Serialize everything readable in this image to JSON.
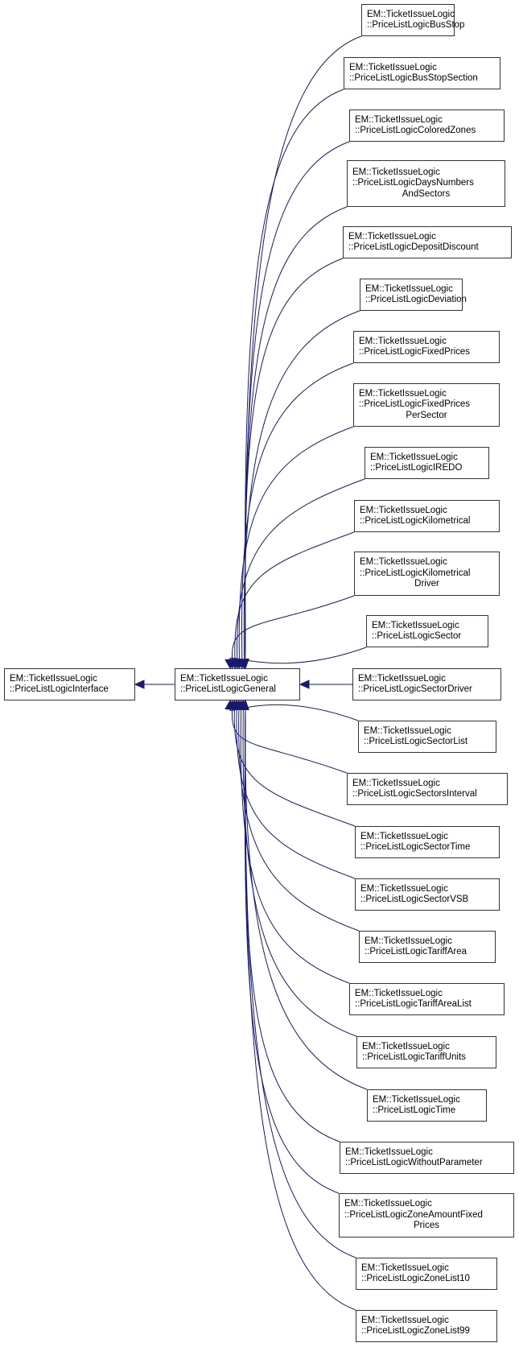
{
  "diagram": {
    "type": "inheritance-graph",
    "edge_color": "#191970",
    "root": {
      "id": "interface",
      "line1": "EM::TicketIssueLogic",
      "line2": "::PriceListLogicInterface",
      "line3": ""
    },
    "general": {
      "id": "general",
      "line1": "EM::TicketIssueLogic",
      "line2": "::PriceListLogicGeneral",
      "line3": ""
    },
    "derived": [
      {
        "id": "busstop",
        "line1": "EM::TicketIssueLogic",
        "line2": "::PriceListLogicBusStop",
        "line3": ""
      },
      {
        "id": "busstopsection",
        "line1": "EM::TicketIssueLogic",
        "line2": "::PriceListLogicBusStopSection",
        "line3": ""
      },
      {
        "id": "coloredzones",
        "line1": "EM::TicketIssueLogic",
        "line2": "::PriceListLogicColoredZones",
        "line3": ""
      },
      {
        "id": "daysnumbers",
        "line1": "EM::TicketIssueLogic",
        "line2": "::PriceListLogicDaysNumbers",
        "line3": "AndSectors"
      },
      {
        "id": "depositdiscount",
        "line1": "EM::TicketIssueLogic",
        "line2": "::PriceListLogicDepositDiscount",
        "line3": ""
      },
      {
        "id": "deviation",
        "line1": "EM::TicketIssueLogic",
        "line2": "::PriceListLogicDeviation",
        "line3": ""
      },
      {
        "id": "fixedprices",
        "line1": "EM::TicketIssueLogic",
        "line2": "::PriceListLogicFixedPrices",
        "line3": ""
      },
      {
        "id": "fixedpricespersector",
        "line1": "EM::TicketIssueLogic",
        "line2": "::PriceListLogicFixedPrices",
        "line3": "PerSector"
      },
      {
        "id": "iredo",
        "line1": "EM::TicketIssueLogic",
        "line2": "::PriceListLogicIREDO",
        "line3": ""
      },
      {
        "id": "kilometrical",
        "line1": "EM::TicketIssueLogic",
        "line2": "::PriceListLogicKilometrical",
        "line3": ""
      },
      {
        "id": "kilometricaldriver",
        "line1": "EM::TicketIssueLogic",
        "line2": "::PriceListLogicKilometrical",
        "line3": "Driver"
      },
      {
        "id": "sector",
        "line1": "EM::TicketIssueLogic",
        "line2": "::PriceListLogicSector",
        "line3": ""
      },
      {
        "id": "sectordriver",
        "line1": "EM::TicketIssueLogic",
        "line2": "::PriceListLogicSectorDriver",
        "line3": ""
      },
      {
        "id": "sectorlist",
        "line1": "EM::TicketIssueLogic",
        "line2": "::PriceListLogicSectorList",
        "line3": ""
      },
      {
        "id": "sectorsinterval",
        "line1": "EM::TicketIssueLogic",
        "line2": "::PriceListLogicSectorsInterval",
        "line3": ""
      },
      {
        "id": "sectortime",
        "line1": "EM::TicketIssueLogic",
        "line2": "::PriceListLogicSectorTime",
        "line3": ""
      },
      {
        "id": "sectorvsb",
        "line1": "EM::TicketIssueLogic",
        "line2": "::PriceListLogicSectorVSB",
        "line3": ""
      },
      {
        "id": "tariffarea",
        "line1": "EM::TicketIssueLogic",
        "line2": "::PriceListLogicTariffArea",
        "line3": ""
      },
      {
        "id": "tariffarealist",
        "line1": "EM::TicketIssueLogic",
        "line2": "::PriceListLogicTariffAreaList",
        "line3": ""
      },
      {
        "id": "tariffunits",
        "line1": "EM::TicketIssueLogic",
        "line2": "::PriceListLogicTariffUnits",
        "line3": ""
      },
      {
        "id": "time",
        "line1": "EM::TicketIssueLogic",
        "line2": "::PriceListLogicTime",
        "line3": ""
      },
      {
        "id": "withoutparameter",
        "line1": "EM::TicketIssueLogic",
        "line2": "::PriceListLogicWithoutParameter",
        "line3": ""
      },
      {
        "id": "zoneamountfixedprices",
        "line1": "EM::TicketIssueLogic",
        "line2": "::PriceListLogicZoneAmountFixed",
        "line3": "Prices"
      },
      {
        "id": "zonelist10",
        "line1": "EM::TicketIssueLogic",
        "line2": "::PriceListLogicZoneList10",
        "line3": ""
      },
      {
        "id": "zonelist99",
        "line1": "EM::TicketIssueLogic",
        "line2": "::PriceListLogicZoneList99",
        "line3": ""
      }
    ]
  }
}
